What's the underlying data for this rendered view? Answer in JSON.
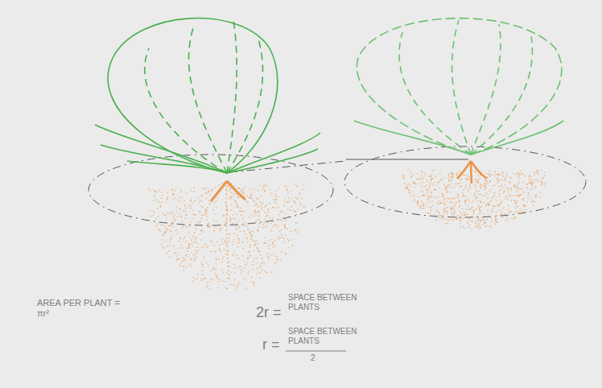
{
  "diagram": {
    "labels": [
      "AREA PER PLANT = πr²",
      "2r =",
      "SPACE BETWEEN PLANTS",
      "r =",
      "SPACE BETWEEN PLANTS",
      "2"
    ]
  }
}
